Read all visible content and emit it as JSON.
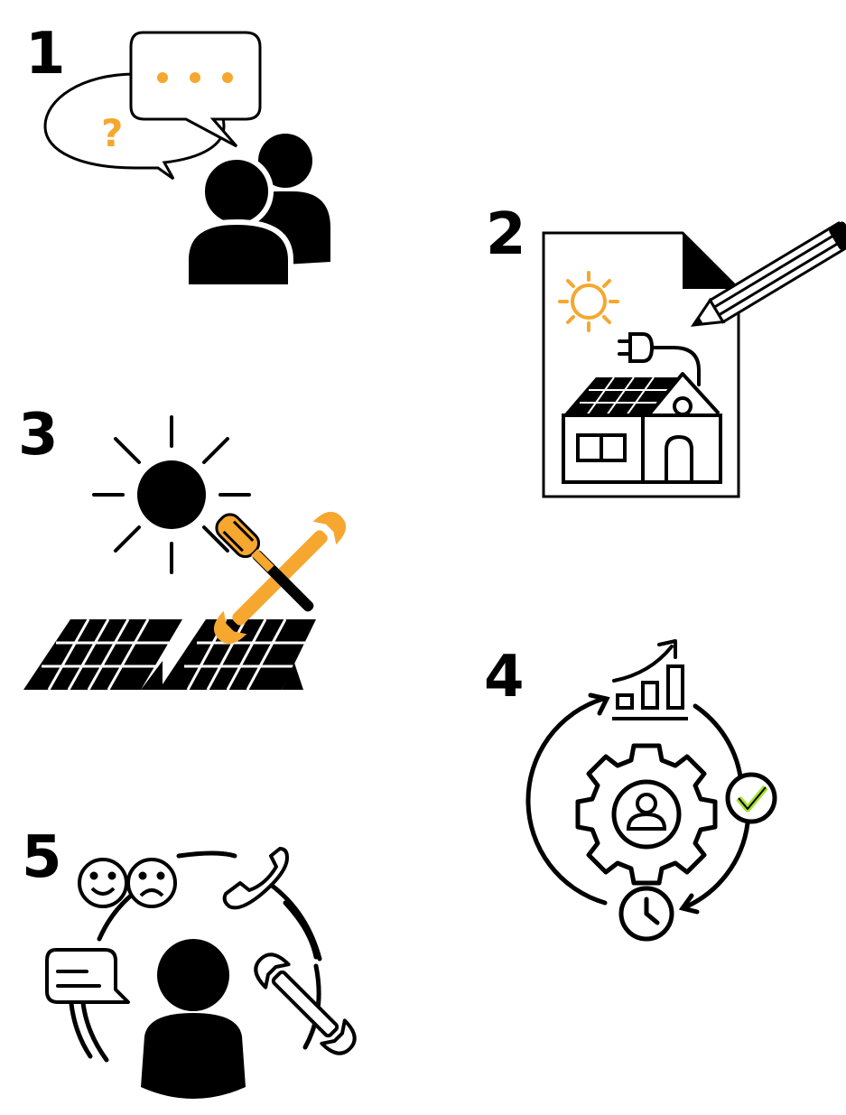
{
  "colors": {
    "ink": "#000000",
    "accent": "#F5A72F",
    "check": "#A6E22E",
    "background": "#FFFFFF"
  },
  "steps": [
    {
      "number": "1",
      "icons": [
        "speech-bubbles-icon",
        "question-mark-icon",
        "people-icon"
      ]
    },
    {
      "number": "2",
      "icons": [
        "document-icon",
        "sun-icon",
        "pencil-icon",
        "plug-icon",
        "house-with-solar-roof-icon"
      ]
    },
    {
      "number": "3",
      "icons": [
        "sun-icon",
        "screwdriver-icon",
        "wrench-icon",
        "solar-panels-icon"
      ]
    },
    {
      "number": "4",
      "icons": [
        "growth-chart-icon",
        "gear-icon",
        "user-icon",
        "check-icon",
        "clock-icon",
        "cycle-arrows-icon"
      ]
    },
    {
      "number": "5",
      "icons": [
        "happy-face-icon",
        "sad-face-icon",
        "phone-icon",
        "chat-icon",
        "wrench-icon",
        "person-icon"
      ]
    }
  ]
}
